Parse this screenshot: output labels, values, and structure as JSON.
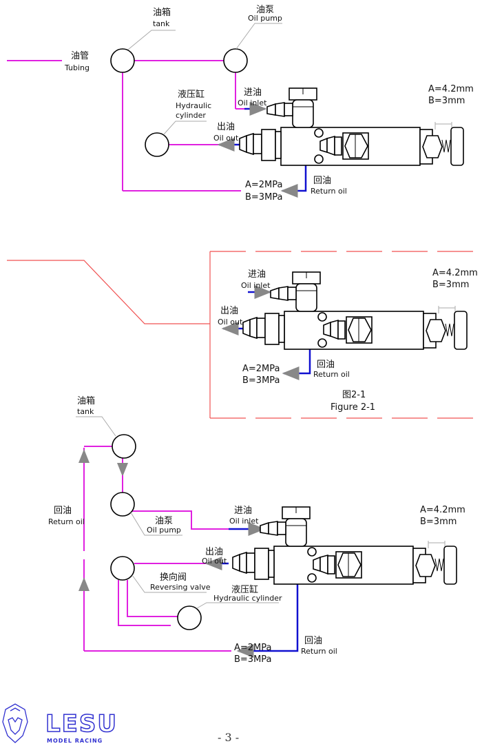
{
  "colors": {
    "tubing": "#e020e0",
    "return_line": "#1010d0",
    "frame": "#f05050",
    "logo": "#3030d0"
  },
  "diagram1": {
    "tank_cn": "油箱",
    "tank_en": "tank",
    "pump_cn": "油泵",
    "pump_en": "Oil pump",
    "tubing_cn": "油管",
    "tubing_en": "Tubing",
    "cylinder_cn": "液压缸",
    "cylinder_en1": "Hydraulic",
    "cylinder_en2": "cylinder",
    "inlet_cn": "进油",
    "inlet_en": "Oil inlet",
    "out_cn": "出油",
    "out_en": "Oil out",
    "return_cn": "回油",
    "return_en": "Return oil",
    "pressure_a": "A=2MPa",
    "pressure_b": "B=3MPa",
    "dim_a": "A=4.2mm",
    "dim_b": "B=3mm"
  },
  "diagram2": {
    "inlet_cn": "进油",
    "inlet_en": "Oil inlet",
    "out_cn": "出油",
    "out_en": "Oil out",
    "return_cn": "回油",
    "return_en": "Return oil",
    "pressure_a": "A=2MPa",
    "pressure_b": "B=3MPa",
    "dim_a": "A=4.2mm",
    "dim_b": "B=3mm",
    "caption_cn": "图2-1",
    "caption_en": "Figure 2-1"
  },
  "diagram3": {
    "tank_cn": "油箱",
    "tank_en": "tank",
    "pump_cn": "油泵",
    "pump_en": "Oil pump",
    "return_left_cn": "回油",
    "return_left_en": "Return oil",
    "inlet_cn": "进油",
    "inlet_en": "Oil inlet",
    "out_cn": "出油",
    "out_en": "Oil out",
    "reversing_cn": "换向阀",
    "reversing_en": "Reversing valve",
    "cylinder_cn": "液压缸",
    "cylinder_en": "Hydraulic cylinder",
    "return_cn": "回油",
    "return_en": "Return oil",
    "pressure_a": "A=2MPa",
    "pressure_b": "B=3MPa",
    "dim_a": "A=4.2mm",
    "dim_b": "B=3mm"
  },
  "footer": {
    "logo_text": "LESU",
    "logo_sub": "MODEL RACING",
    "page_number": "- 3 -"
  }
}
